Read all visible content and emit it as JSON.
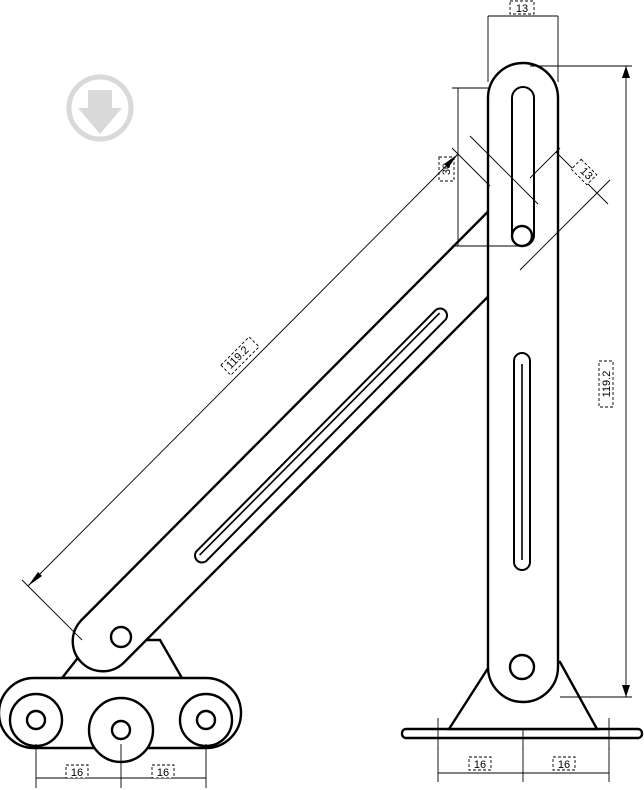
{
  "dimensions": {
    "top_width": "13",
    "slot_length": "30",
    "angled_width": "13",
    "diagonal_length": "119.2",
    "vertical_length": "119.2",
    "left_spacing_a": "16",
    "left_spacing_b": "16",
    "right_spacing_a": "16",
    "right_spacing_b": "16"
  },
  "colors": {
    "line": "#000000",
    "watermark": "#d9d9d9",
    "background": "#ffffff"
  }
}
